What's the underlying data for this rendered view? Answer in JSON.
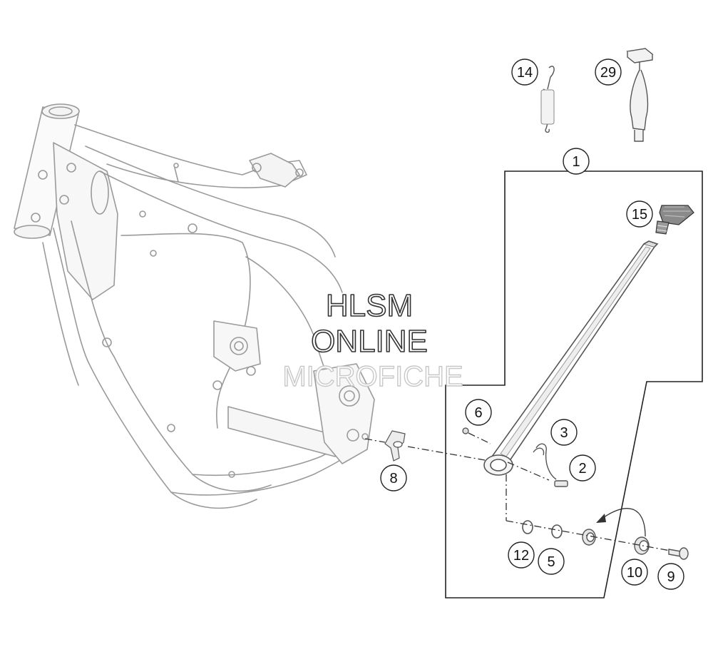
{
  "watermark": {
    "line1": "HLSM",
    "line2": "ONLINE",
    "line3": "MICROFICHE"
  },
  "callouts": [
    {
      "id": "c1",
      "label": "1"
    },
    {
      "id": "c2",
      "label": "2"
    },
    {
      "id": "c3",
      "label": "3"
    },
    {
      "id": "c5",
      "label": "5"
    },
    {
      "id": "c6",
      "label": "6"
    },
    {
      "id": "c8",
      "label": "8"
    },
    {
      "id": "c9",
      "label": "9"
    },
    {
      "id": "c10",
      "label": "10"
    },
    {
      "id": "c12",
      "label": "12"
    },
    {
      "id": "c14",
      "label": "14"
    },
    {
      "id": "c15",
      "label": "15"
    },
    {
      "id": "c29",
      "label": "29"
    }
  ]
}
